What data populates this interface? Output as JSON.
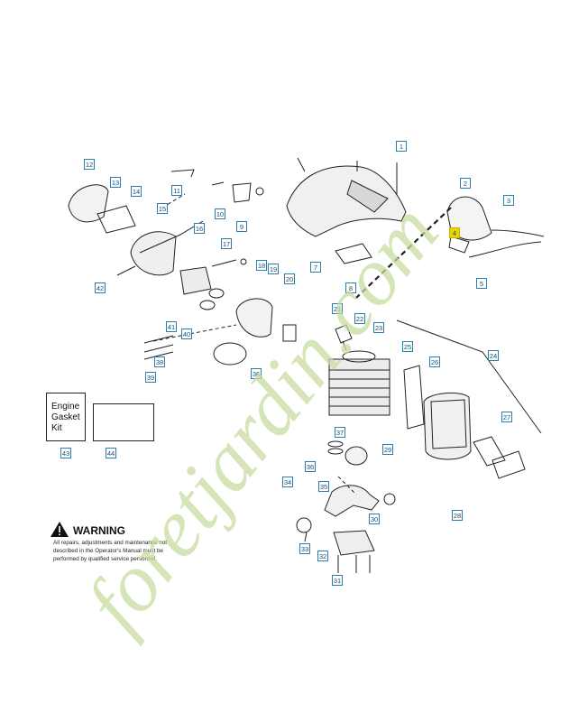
{
  "kit": {
    "line1": "Engine",
    "line2": "Gasket",
    "line3": "Kit"
  },
  "warning": {
    "title": "WARNING",
    "lines": [
      "All repairs, adjustments and maintenance not",
      "described in the Operator's Manual must be",
      "performed by qualified service personnel."
    ]
  },
  "watermark": {
    "text": "foretjardin.com",
    "color": "#c8dca0"
  },
  "highlight_color": "#e8d400",
  "callouts": [
    {
      "label": "1"
    },
    {
      "label": "2"
    },
    {
      "label": "3"
    },
    {
      "label": "4"
    },
    {
      "label": "5"
    },
    {
      "label": "7"
    },
    {
      "label": "8"
    },
    {
      "label": "9"
    },
    {
      "label": "10"
    },
    {
      "label": "11"
    },
    {
      "label": "12"
    },
    {
      "label": "13"
    },
    {
      "label": "14"
    },
    {
      "label": "15"
    },
    {
      "label": "16"
    },
    {
      "label": "17"
    },
    {
      "label": "18"
    },
    {
      "label": "19"
    },
    {
      "label": "20"
    },
    {
      "label": "21"
    },
    {
      "label": "22"
    },
    {
      "label": "23"
    },
    {
      "label": "24"
    },
    {
      "label": "25"
    },
    {
      "label": "26"
    },
    {
      "label": "27"
    },
    {
      "label": "28"
    },
    {
      "label": "29"
    },
    {
      "label": "30"
    },
    {
      "label": "31"
    },
    {
      "label": "32"
    },
    {
      "label": "33"
    },
    {
      "label": "34"
    },
    {
      "label": "35"
    },
    {
      "label": "36"
    },
    {
      "label": "36"
    },
    {
      "label": "37"
    },
    {
      "label": "38"
    },
    {
      "label": "39"
    },
    {
      "label": "40"
    },
    {
      "label": "41"
    },
    {
      "label": "42"
    },
    {
      "label": "43"
    },
    {
      "label": "44"
    }
  ]
}
